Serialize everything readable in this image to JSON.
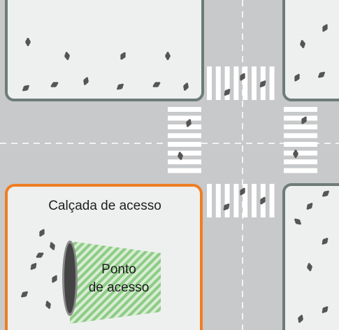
{
  "diagram": {
    "access_sidewalk_label": "Calçada de acesso",
    "access_point_label_line1": "Ponto",
    "access_point_label_line2": "de acesso",
    "colors": {
      "road": "#c8c9ca",
      "block": "#eef0ef",
      "block_border": "#6e7c78",
      "highlight_border": "#ef7d22",
      "crosswalk": "#ffffff",
      "centerline": "#ffffff",
      "pedestrian": "#555555",
      "access_zone": "#8ecb87",
      "portal": "#4a4a4a"
    },
    "icons": [
      "pedestrian-icon",
      "portal-icon",
      "crosswalk-icon"
    ]
  }
}
